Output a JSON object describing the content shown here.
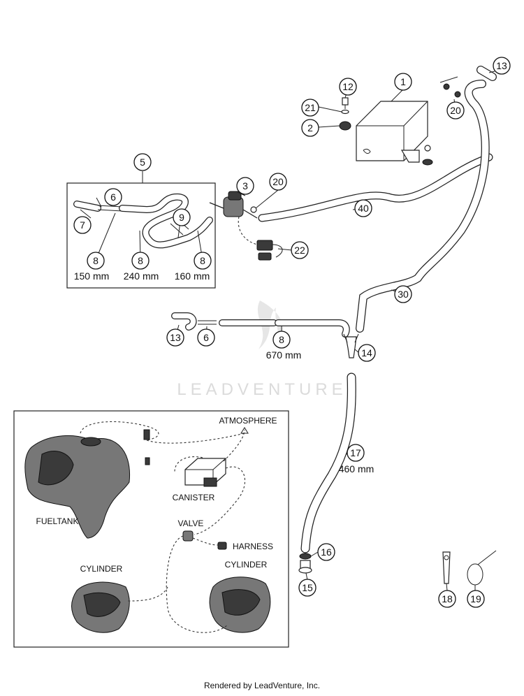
{
  "callouts": {
    "c1": "1",
    "c2": "2",
    "c3": "3",
    "c5": "5",
    "c6a": "6",
    "c7": "7",
    "c8a": "8",
    "c8b": "8",
    "c8c": "8",
    "c9": "9",
    "c12": "12",
    "c13a": "13",
    "c20a": "20",
    "c20b": "20",
    "c21": "21",
    "c22": "22",
    "c40": "40",
    "c30": "30",
    "c13b": "13",
    "c6b": "6",
    "c8d": "8",
    "c14": "14",
    "c17": "17",
    "c16": "16",
    "c15": "15",
    "c18": "18",
    "c19": "19"
  },
  "lengths": {
    "l150": "150 mm",
    "l240": "240 mm",
    "l160": "160 mm",
    "l670": "670 mm",
    "l460": "460 mm"
  },
  "schematic": {
    "atmosphere": "ATMOSPHERE",
    "canister": "CANISTER",
    "fueltank": "FUELTANK",
    "valve": "VALVE",
    "harness": "HARNESS",
    "cylinder_left": "CYLINDER",
    "cylinder_right": "CYLINDER"
  },
  "watermark": "LEADVENTURE",
  "footer": "Rendered by LeadVenture, Inc."
}
